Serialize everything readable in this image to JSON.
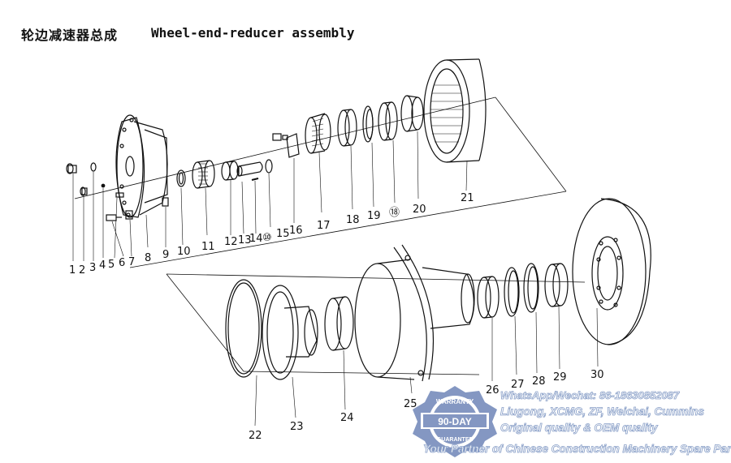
{
  "title": {
    "chinese": "轮边减速器总成",
    "english": "Wheel-end-reducer assembly"
  },
  "part_labels": [
    "1",
    "2",
    "3",
    "4",
    "5",
    "6",
    "7",
    "8",
    "9",
    "10",
    "11",
    "12",
    "13",
    "14",
    "⑩",
    "15",
    "16",
    "17",
    "18",
    "19",
    "⑱",
    "20",
    "21",
    "22",
    "23",
    "24",
    "25",
    "26",
    "27",
    "28",
    "29",
    "30"
  ],
  "watermark": {
    "badge_top": "WARRANTY",
    "badge_center": "90-DAY",
    "badge_bottom": "GUARANTEE",
    "line1": "WhatsApp/Wechat: 86-18630852087",
    "line2": "Liugong, XCMG, ZF, Weichai, Cummins",
    "line3": "Original quality & OEM quality",
    "line4": "Your Partner of Chinese Construction Machinery Spare Parts",
    "color": "#6f86b8"
  }
}
